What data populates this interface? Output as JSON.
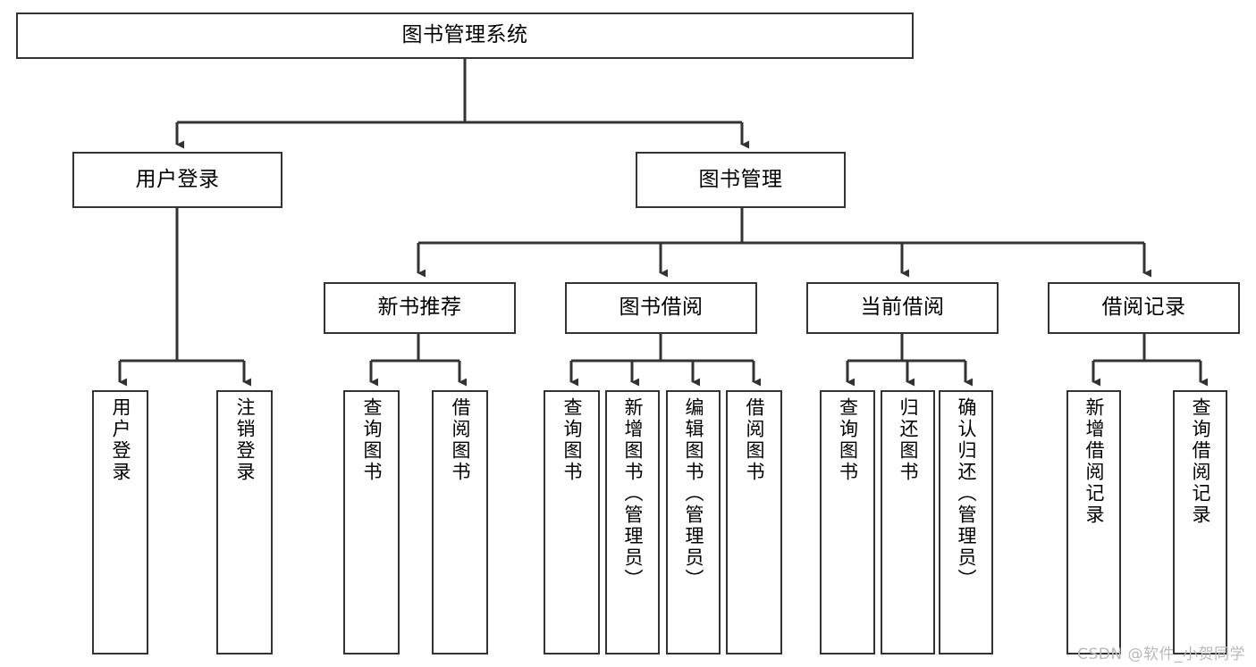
{
  "diagram": {
    "title": "图书管理系统",
    "type": "tree-hierarchy-diagram",
    "watermark": "CSDN @软件_小贺同学",
    "colors": {
      "border": "#333333",
      "background": "#ffffff",
      "text": "#000000",
      "watermark": "#b9b9b9"
    },
    "nodes": {
      "root": {
        "label": "图书管理系统"
      },
      "level2": [
        {
          "id": "user-login",
          "label": "用户登录"
        },
        {
          "id": "book-management",
          "label": "图书管理"
        }
      ],
      "level3": [
        {
          "id": "new-book-recommend",
          "label": "新书推荐"
        },
        {
          "id": "book-borrow",
          "label": "图书借阅"
        },
        {
          "id": "current-borrow",
          "label": "当前借阅"
        },
        {
          "id": "borrow-record",
          "label": "借阅记录"
        }
      ],
      "leaves": {
        "user-login": [
          {
            "id": "leaf-user-login",
            "label": "用户登录"
          },
          {
            "id": "leaf-logout-login",
            "label": "注销登录"
          }
        ],
        "new-book-recommend": [
          {
            "id": "leaf-query-book-1",
            "label": "查询图书"
          },
          {
            "id": "leaf-borrow-book-1",
            "label": "借阅图书"
          }
        ],
        "book-borrow": [
          {
            "id": "leaf-query-book-2",
            "label": "查询图书"
          },
          {
            "id": "leaf-add-book",
            "label": "新增图书（管理员）"
          },
          {
            "id": "leaf-edit-book",
            "label": "编辑图书（管理员）"
          },
          {
            "id": "leaf-borrow-book-2",
            "label": "借阅图书"
          }
        ],
        "current-borrow": [
          {
            "id": "leaf-query-book-3",
            "label": "查询图书"
          },
          {
            "id": "leaf-return-book",
            "label": "归还图书"
          },
          {
            "id": "leaf-confirm-return",
            "label": "确认归还（管理员）"
          }
        ],
        "borrow-record": [
          {
            "id": "leaf-add-record",
            "label": "新增借阅记录"
          },
          {
            "id": "leaf-query-record",
            "label": "查询借阅记录"
          }
        ]
      }
    }
  }
}
